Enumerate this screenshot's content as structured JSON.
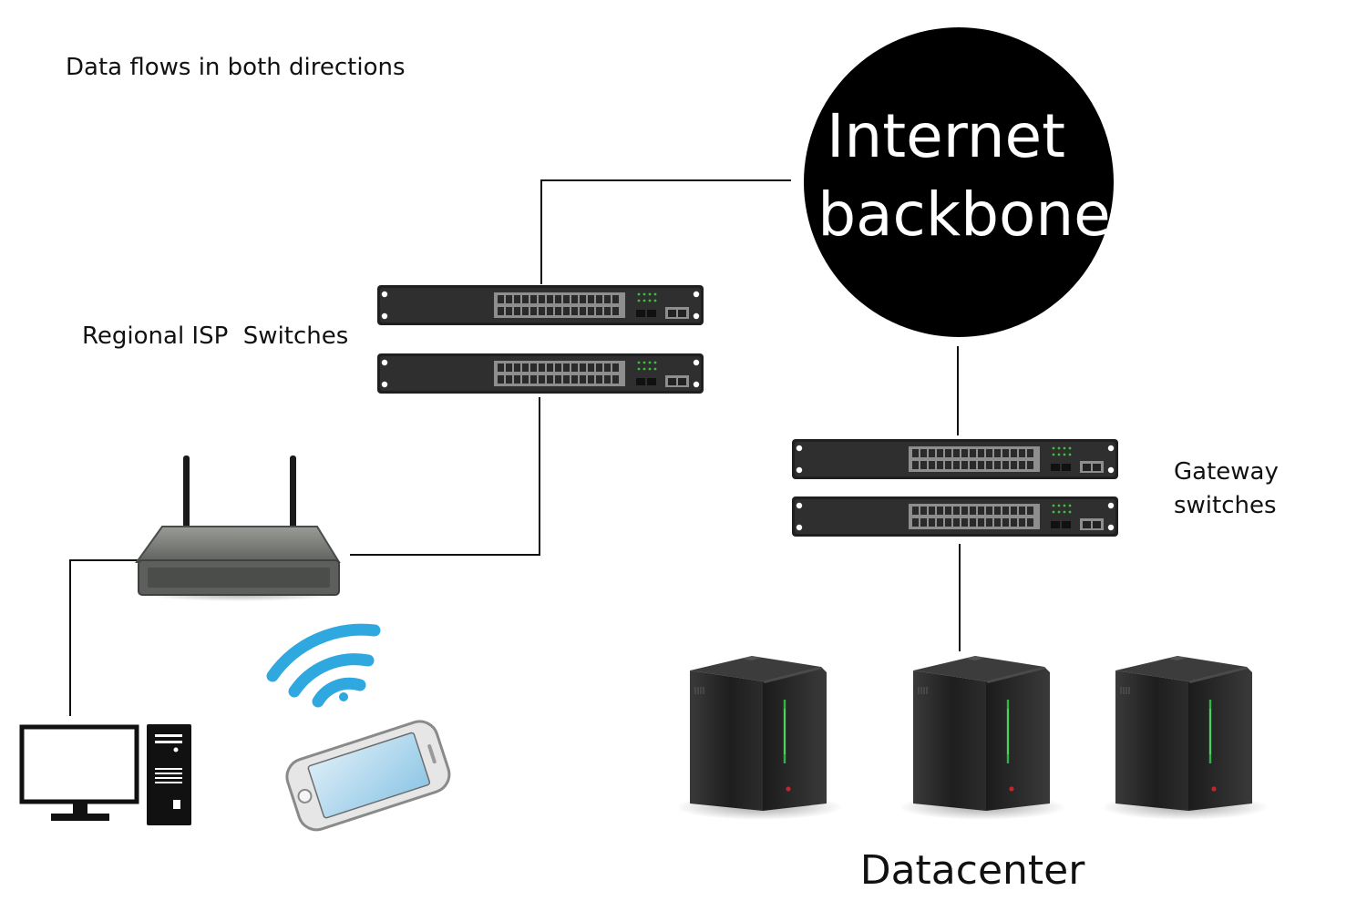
{
  "note": "Data flows in both directions",
  "backbone": {
    "line1": "Internet",
    "line2": "backbone"
  },
  "regional_label": "Regional ISP  Switches",
  "gateway_label": {
    "line1": "Gateway",
    "line2": "switches"
  },
  "datacenter_label": "Datacenter",
  "colors": {
    "line": "#111111",
    "switch_body": "#2b2b2b",
    "switch_port": "#9a9a9a",
    "led_green": "#3cbf3c",
    "wifi_blue": "#2fa8e0",
    "router_body": "#6d6f6c",
    "server_body": "#262626",
    "server_led": "#35c24a",
    "power_red": "#c0262b"
  },
  "icons": [
    "router-icon",
    "wifi-icon",
    "desktop-computer-icon",
    "smartphone-icon",
    "network-switch-icon",
    "server-icon"
  ]
}
